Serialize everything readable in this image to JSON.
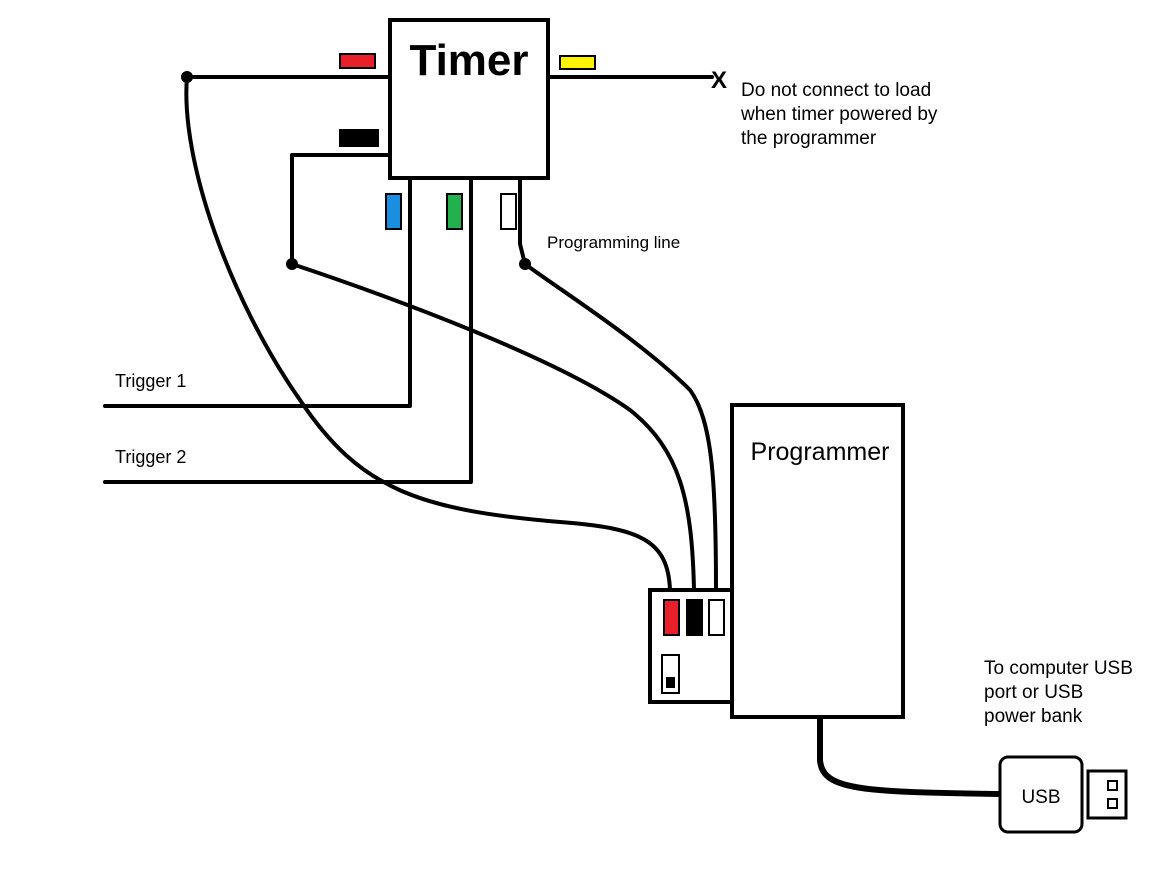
{
  "timer": {
    "title": "Timer"
  },
  "note": {
    "lines": [
      "Do not connect to load",
      "when timer powered by",
      "the programmer"
    ]
  },
  "open_end_mark": "X",
  "programming_line_label": "Programming line",
  "triggers": [
    {
      "label": "Trigger 1"
    },
    {
      "label": "Trigger 2"
    }
  ],
  "programmer": {
    "title": "Programmer"
  },
  "usb_plug": {
    "label": "USB"
  },
  "usb_note": {
    "lines": [
      "To computer USB",
      "port or USB",
      "power bank"
    ]
  },
  "wire_colors": {
    "red": "#e8202a",
    "yellow": "#fff200",
    "black": "#000000",
    "blue": "#1a8fe0",
    "green": "#22b14c",
    "white": "#ffffff"
  }
}
